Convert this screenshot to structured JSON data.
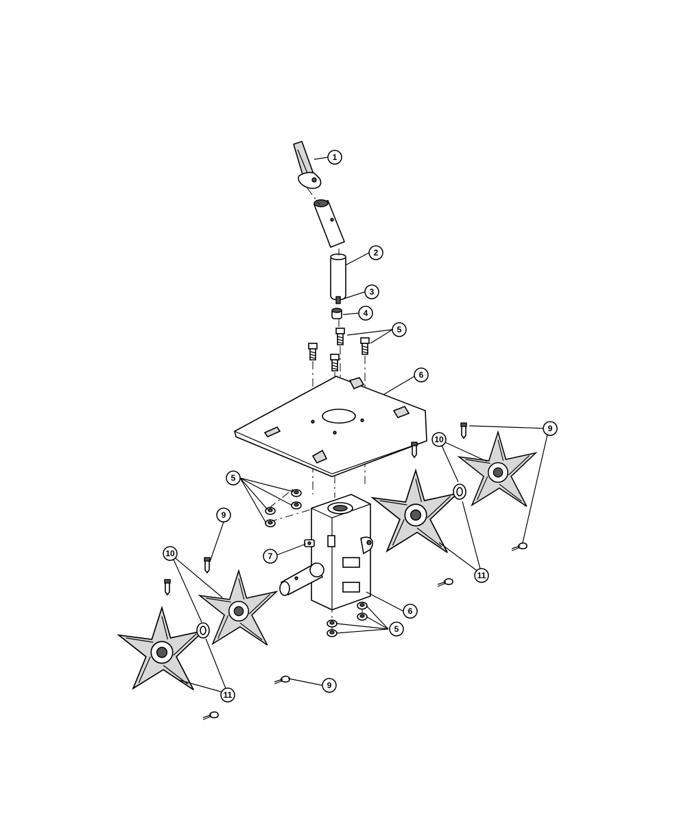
{
  "callouts": {
    "c1": "1",
    "c2": "2",
    "c3": "3",
    "c4": "4",
    "c5a": "5",
    "c6a": "6",
    "c5b": "5",
    "c9a": "9",
    "c10a": "10",
    "c7": "7",
    "c6b": "6",
    "c5c": "5",
    "c9b": "9",
    "c10b": "10",
    "c11a": "11",
    "c11b": "11",
    "c9c": "9"
  }
}
